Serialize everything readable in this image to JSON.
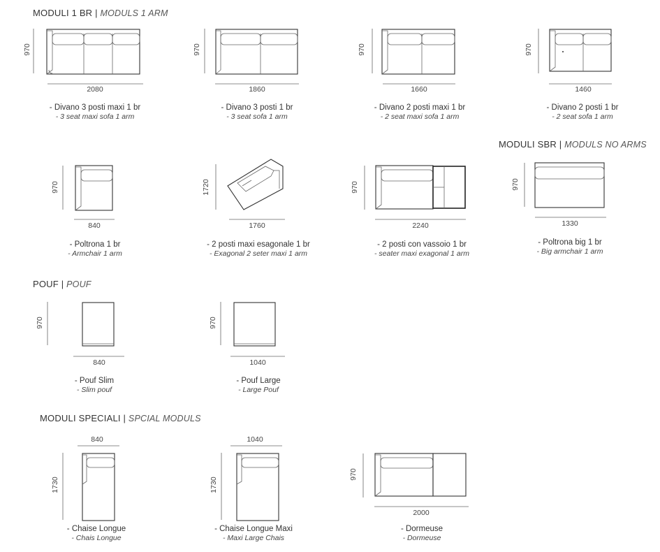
{
  "sections": {
    "one_arm": {
      "main": "MODULI  1 BR",
      "sep": " | ",
      "sub": "MODULS 1 ARM"
    },
    "no_arms": {
      "main": "MODULI  SBR",
      "sep": " | ",
      "sub": "MODULS NO ARMS"
    },
    "pouf": {
      "main": "POUF",
      "sep": " | ",
      "sub": "POUF"
    },
    "special": {
      "main": "MODULI SPECIALI",
      "sep": " | ",
      "sub": "SPCIAL MODULS"
    }
  },
  "items": [
    {
      "id": "divano-3-maxi",
      "width": "2080",
      "height": "970",
      "name_it": "- Divano 3 posti maxi 1 br",
      "name_en": "- 3 seat maxi sofa 1 arm"
    },
    {
      "id": "divano-3",
      "width": "1860",
      "height": "970",
      "name_it": "- Divano 3 posti 1 br",
      "name_en": "- 3 seat sofa 1 arm"
    },
    {
      "id": "divano-2-maxi",
      "width": "1660",
      "height": "970",
      "name_it": "- Divano 2 posti maxi 1 br",
      "name_en": "- 2 seat maxi sofa 1 arm"
    },
    {
      "id": "divano-2",
      "width": "1460",
      "height": "970",
      "name_it": "- Divano 2 posti 1 br",
      "name_en": "- 2 seat sofa 1 arm"
    },
    {
      "id": "poltrona",
      "width": "840",
      "height": "970",
      "name_it": "- Poltrona 1 br",
      "name_en": "- Armchair 1 arm"
    },
    {
      "id": "esagonale",
      "width": "1760",
      "height": "1720",
      "name_it": "- 2 posti maxi esagonale 1 br",
      "name_en": "- Exagonal 2 seter maxi 1 arm"
    },
    {
      "id": "vassoio",
      "width": "2240",
      "height": "970",
      "name_it": "- 2 posti con vassoio 1 br",
      "name_en": "-  seater maxi exagonal 1 arm"
    },
    {
      "id": "poltrona-big",
      "width": "1330",
      "height": "970",
      "name_it": "- Poltrona big 1 br",
      "name_en": "- Big armchair 1 arm"
    },
    {
      "id": "pouf-slim",
      "width": "840",
      "height": "970",
      "name_it": "- Pouf Slim",
      "name_en": "- Slim pouf"
    },
    {
      "id": "pouf-large",
      "width": "1040",
      "height": "970",
      "name_it": "- Pouf Large",
      "name_en": "- Large Pouf"
    },
    {
      "id": "chaise",
      "width": "840",
      "height": "1730",
      "name_it": "- Chaise Longue",
      "name_en": "- Chais Longue"
    },
    {
      "id": "chaise-maxi",
      "width": "1040",
      "height": "1730",
      "name_it": "- Chaise Longue Maxi",
      "name_en": "- Maxi Large Chais"
    },
    {
      "id": "dormeuse",
      "width": "2000",
      "height": "970",
      "name_it": "- Dormeuse",
      "name_en": "- Dormeuse"
    }
  ]
}
